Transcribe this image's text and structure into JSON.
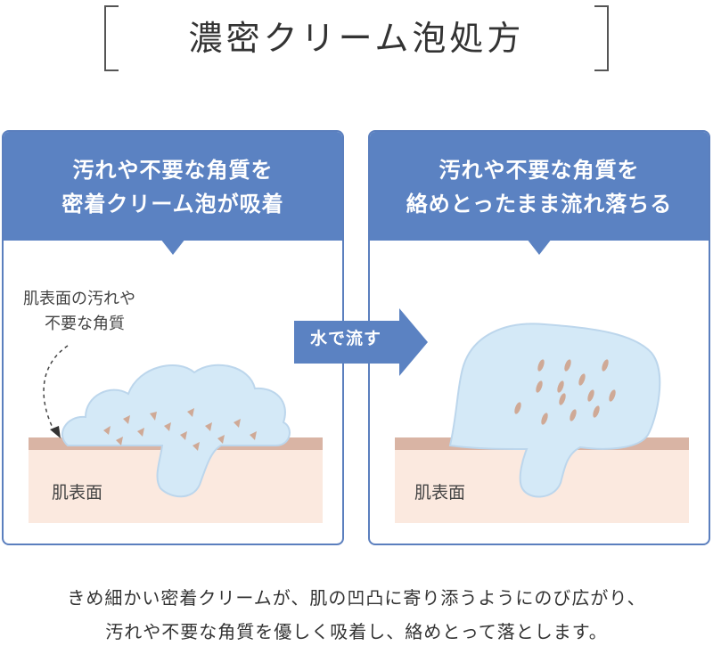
{
  "title": "濃密クリーム泡処方",
  "panels": [
    {
      "header_line1": "汚れや不要な角質を",
      "header_line2": "密着クリーム泡が吸着",
      "annotation_line1": "肌表面の汚れや",
      "annotation_line2": "不要な角質",
      "skin_label": "肌表面"
    },
    {
      "header_line1": "汚れや不要な角質を",
      "header_line2": "絡めとったまま流れ落ちる",
      "skin_label": "肌表面"
    }
  ],
  "arrow_label": "水で流す",
  "description": {
    "line1": "きめ細かい密着クリームが、肌の凹凸に寄り添うようにのび広がり、",
    "line2": "汚れや不要な角質を優しく吸着し、絡めとって落とします。"
  },
  "colors": {
    "accent_blue": "#5b82c2",
    "foam": "#d4e9f7",
    "skin": "#fbe9df",
    "skin_top": "#d9b4a4",
    "particles": "#cfa996"
  }
}
